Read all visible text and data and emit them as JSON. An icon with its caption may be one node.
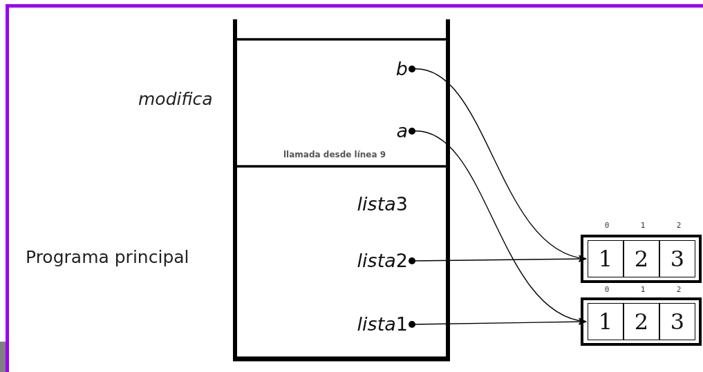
{
  "diagram": {
    "nodes": [
      {
        "text": [
          "modifica",
          "llamada desde línea 9"
        ]
      },
      {
        "text": [
          "b"
        ],
        "in": 0
      },
      {
        "text": [
          "a"
        ],
        "in": 0
      },
      {
        "text": [
          "Programa principal"
        ]
      },
      {
        "text": [
          "lista3"
        ],
        "in": 3
      },
      {
        "text": [
          "lista2"
        ],
        "in": 3
      },
      {
        "text": [
          "lista1"
        ],
        "in": 3
      },
      {
        "text": [],
        "shape": "box"
      },
      {
        "text": [
          "1"
        ],
        "in": 7
      },
      {
        "text": [
          "2"
        ],
        "in": 7
      },
      {
        "text": [
          "3"
        ],
        "in": 7
      },
      {
        "text": [],
        "shape": "box"
      },
      {
        "text": [
          "1"
        ],
        "in": 11
      },
      {
        "text": [
          "2"
        ],
        "in": 11
      },
      {
        "text": [
          "3"
        ],
        "in": 11
      }
    ],
    "edges": [
      {
        "from": 1,
        "to": 7,
        "arrow": "to"
      },
      {
        "from": 2,
        "to": 11,
        "arrow": "to"
      },
      {
        "from": 5,
        "to": 7,
        "arrow": "to"
      },
      {
        "from": 6,
        "to": 11,
        "arrow": "to"
      }
    ],
    "labels": [
      "0",
      "1",
      "2",
      "0",
      "1",
      "2"
    ]
  }
}
